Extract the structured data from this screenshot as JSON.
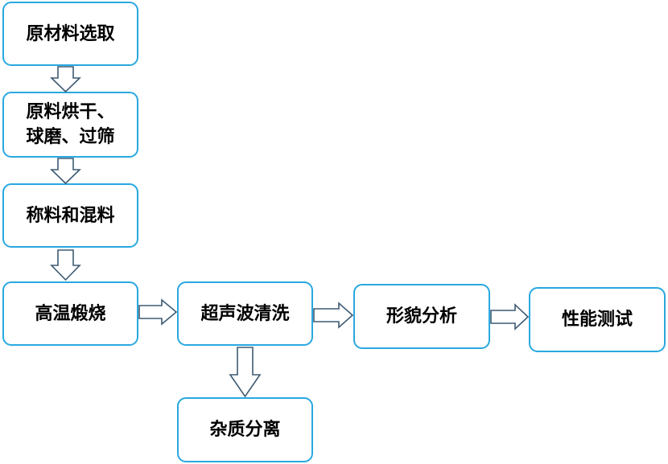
{
  "colors": {
    "box_border": "#29a8e0",
    "arrow_stroke": "#3e5b73",
    "text": "#000000"
  },
  "steps": {
    "raw_material_selection": "原材料选取",
    "drying_milling_sieving": "原料烘干、\n球磨、过筛",
    "weighing_mixing": "称料和混料",
    "high_temp_calcination": "高温煅烧",
    "ultrasonic_cleaning": "超声波清洗",
    "morphology_analysis": "形貌分析",
    "performance_testing": "性能测试",
    "impurity_separation": "杂质分离"
  }
}
